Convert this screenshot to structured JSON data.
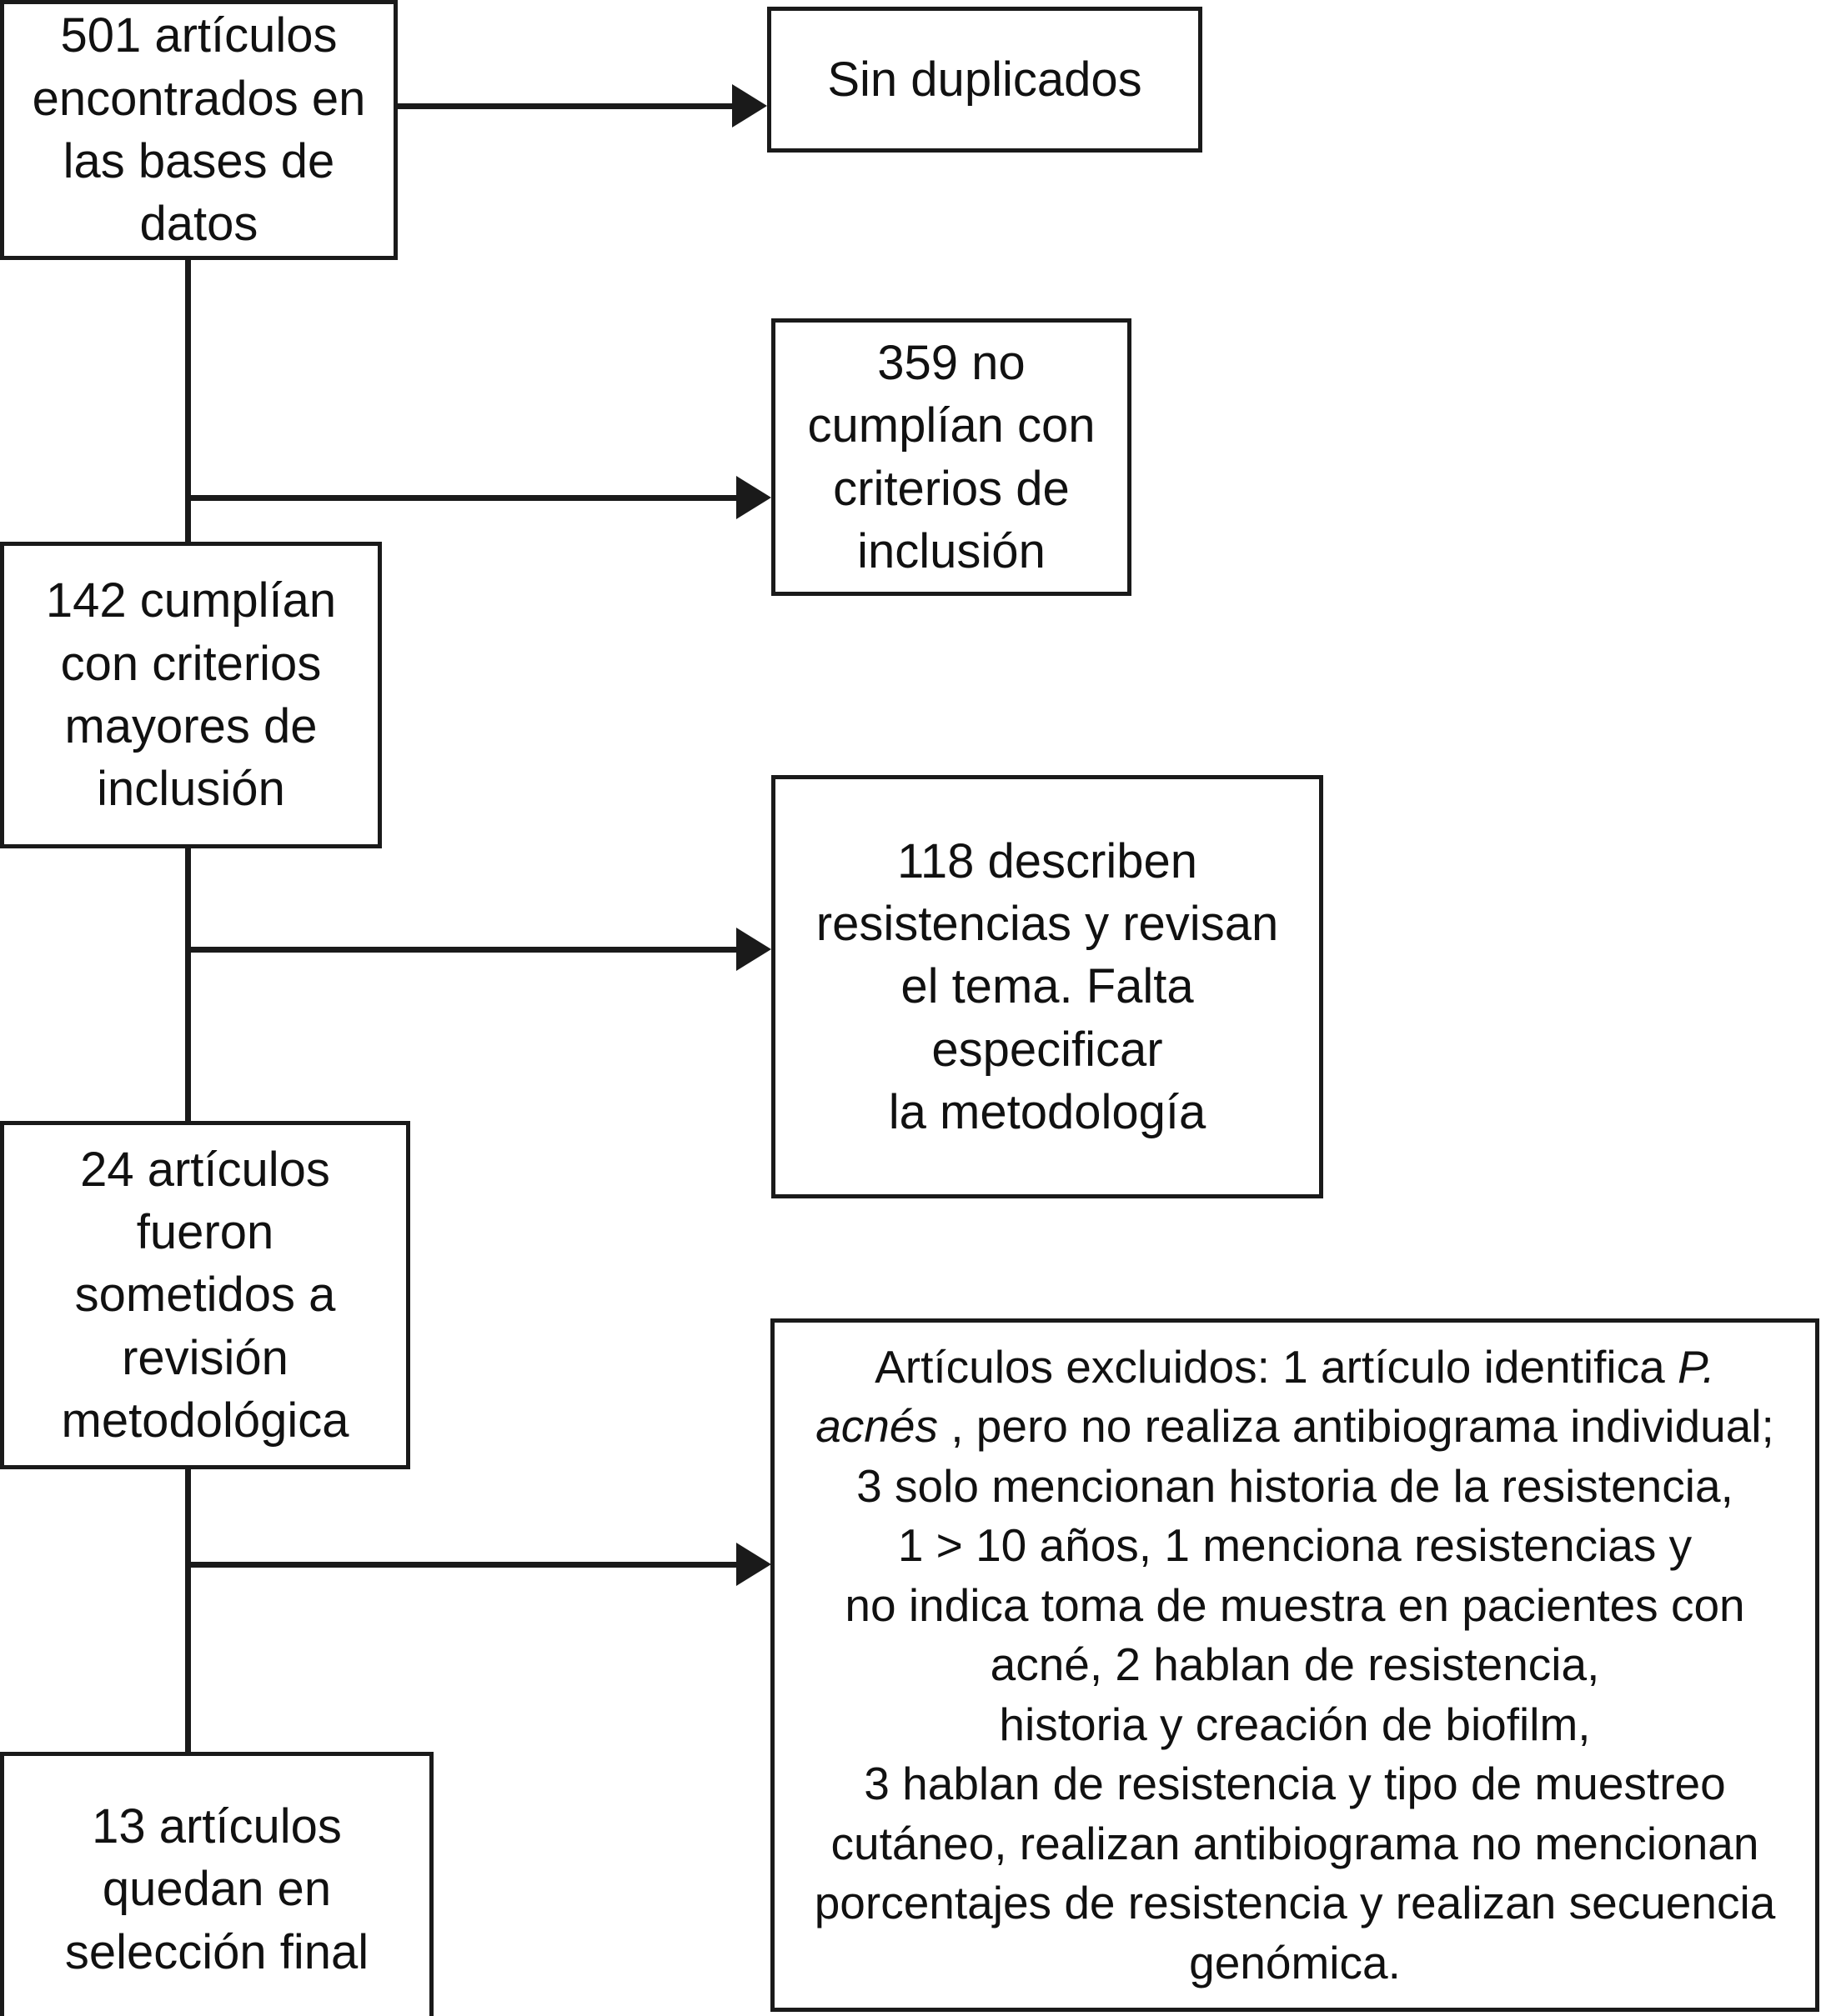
{
  "diagram": {
    "type": "flowchart",
    "orientation": "vertical-spine-with-right-branches",
    "language": "es",
    "title": "",
    "colors": {
      "stroke": "#1a1a1a",
      "fill": "#ffffff",
      "text": "#111111"
    },
    "nodes": [
      {
        "id": "found",
        "label": "501 artículos\nencontrados en\nlas bases de\ndatos",
        "count": 501,
        "column": "left"
      },
      {
        "id": "dupes",
        "label": "Sin duplicados",
        "count": null,
        "column": "right"
      },
      {
        "id": "nocriteria",
        "label": "359 no\ncumplían con\ncriterios de\ninclusión",
        "count": 359,
        "column": "right"
      },
      {
        "id": "major",
        "label": "142 cumplían\ncon criterios\nmayores de\ninclusión",
        "count": 142,
        "column": "left"
      },
      {
        "id": "describe",
        "label": "118 describen\nresistencias y revisan\nel tema. Falta\nespecificar\nla metodología",
        "count": 118,
        "column": "right"
      },
      {
        "id": "method",
        "label": "24 artículos\nfueron\nsometidos a\nrevisión\nmetodológica",
        "count": 24,
        "column": "left"
      },
      {
        "id": "excluded",
        "label_html": "Artículos excluidos: 1 artículo identifica <i>P.<br>acnés</i> , pero no realiza antibiograma individual;<br>3 solo mencionan historia de la resistencia,<br>1 &gt; 10 años, 1 menciona resistencias y<br>no indica toma de muestra en pacientes con<br>acné, 2 hablan de resistencia,<br>historia y creación de biofilm,<br>3 hablan de resistencia y tipo de muestreo<br>cutáneo, realizan antibiograma no mencionan<br>porcentajes de resistencia y realizan secuencia<br>genómica.",
        "count": null,
        "column": "right"
      },
      {
        "id": "final",
        "label": "13 artículos\nquedan en\nselección final",
        "count": 13,
        "column": "left"
      }
    ],
    "edges": [
      {
        "id": "edge-found-dupes",
        "from": "found",
        "to": "dupes",
        "arrow": "right"
      },
      {
        "id": "edge-found-nocriteria",
        "from": "found",
        "to": "nocriteria",
        "arrow": "right"
      },
      {
        "id": "edge-found-major",
        "from": "found",
        "to": "major",
        "arrow": "down"
      },
      {
        "id": "edge-major-describe",
        "from": "major",
        "to": "describe",
        "arrow": "right"
      },
      {
        "id": "edge-major-method",
        "from": "major",
        "to": "method",
        "arrow": "down"
      },
      {
        "id": "edge-method-excluded",
        "from": "method",
        "to": "excluded",
        "arrow": "right"
      },
      {
        "id": "edge-method-final",
        "from": "method",
        "to": "final",
        "arrow": "down"
      }
    ]
  }
}
